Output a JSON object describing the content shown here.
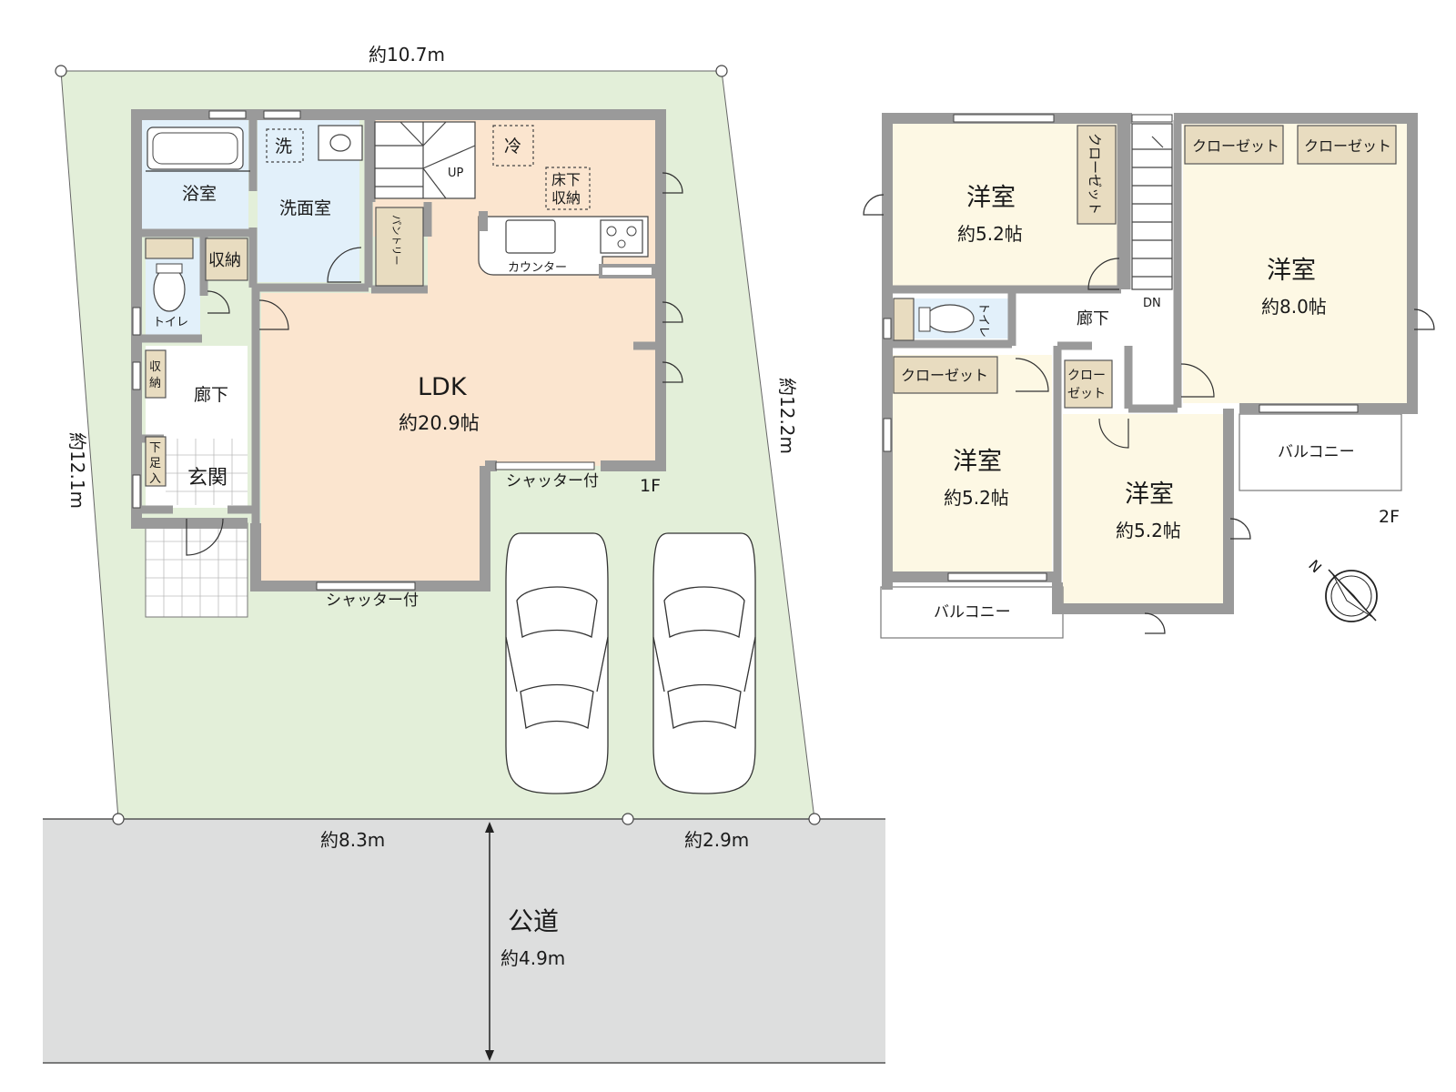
{
  "lot": {
    "top_width": "約10.7m",
    "left_depth": "約12.1m",
    "right_depth": "約12.2m",
    "front_left": "約8.3m",
    "front_right": "約2.9m"
  },
  "road": {
    "label": "公道",
    "width": "約4.9m"
  },
  "floor1": {
    "level": "1F",
    "bath": "浴室",
    "washroom": "洗面室",
    "washer_mark": "洗",
    "fridge_mark": "冷",
    "underfloor": "床下\n収納",
    "underfloor_l1": "床下",
    "underfloor_l2": "収納",
    "pantry": "パントリー",
    "up": "UP",
    "counter": "カウンター",
    "storage": "収納",
    "toilet": "トイレ",
    "small_storage_l1": "収",
    "small_storage_l2": "納",
    "hallway": "廊下",
    "shoe_l1": "下",
    "shoe_l2": "足",
    "shoe_l3": "入",
    "entrance": "玄関",
    "ldk": "LDK",
    "ldk_size": "約20.9帖",
    "shutter_right": "シャッター付",
    "shutter_bottom": "シャッター付"
  },
  "floor2": {
    "level": "2F",
    "room_a": "洋室",
    "room_a_size": "約5.2帖",
    "room_a_closet": "クローゼット",
    "room_b": "洋室",
    "room_b_size": "約8.0帖",
    "closet_b1": "クローゼット",
    "closet_b2": "クローゼット",
    "toilet": "トイレ",
    "hallway": "廊下",
    "dn": "DN",
    "room_c": "洋室",
    "room_c_size": "約5.2帖",
    "closet_c": "クローゼット",
    "room_d": "洋室",
    "room_d_size": "約5.2帖",
    "closet_d_l1": "クロー",
    "closet_d_l2": "ゼット",
    "balcony_right": "バルコニー",
    "balcony_left": "バルコニー"
  },
  "compass": {
    "north": "N"
  },
  "colors": {
    "lot_green": "#e3efd9",
    "road_gray": "#dddede",
    "ldk_peach": "#fbe5cf",
    "wet_blue": "#e2f0fa",
    "room_cream": "#fdf8e4",
    "storage_tan": "#e8dcc0",
    "wall_gray": "#9a9a9a"
  }
}
